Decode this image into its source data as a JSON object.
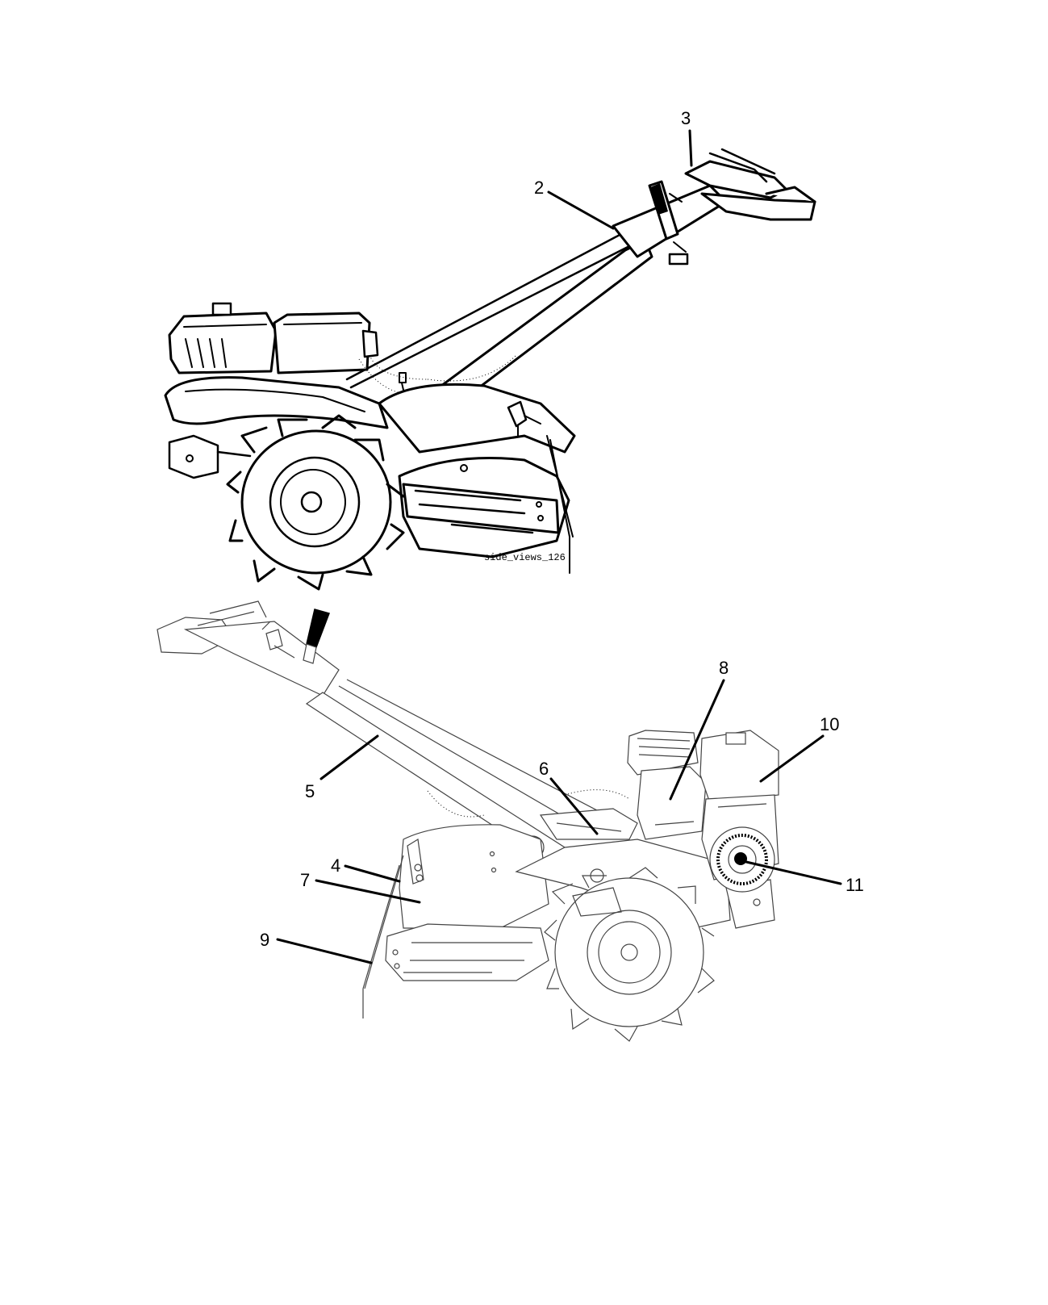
{
  "diagram": {
    "top_view_caption": "side_views_126",
    "callouts_top": [
      "2",
      "3"
    ],
    "callouts_bottom": [
      "4",
      "5",
      "6",
      "7",
      "8",
      "9",
      "10",
      "11"
    ]
  }
}
